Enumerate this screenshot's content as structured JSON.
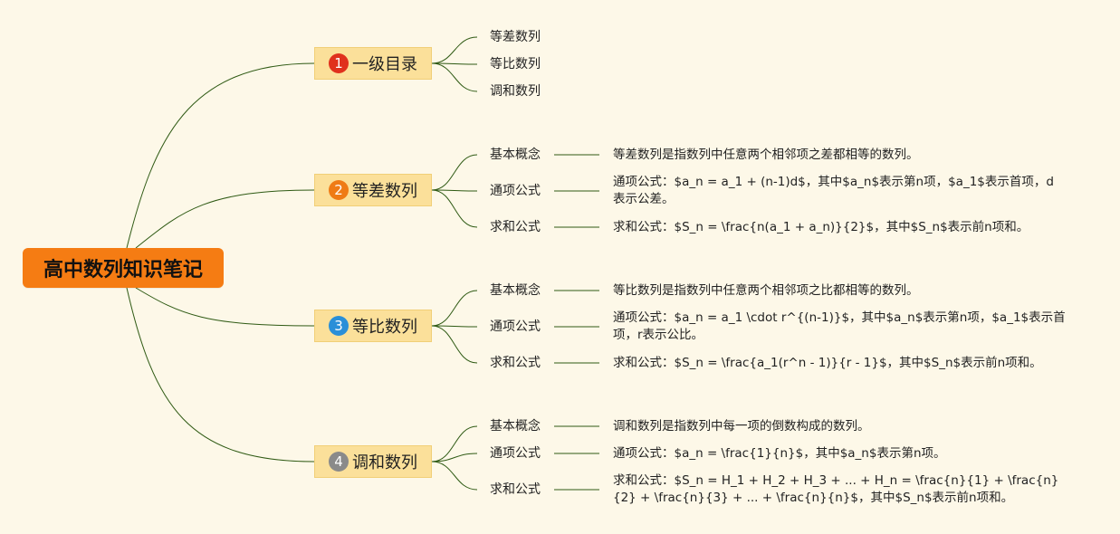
{
  "root": {
    "label": "高中数列知识笔记",
    "color": "#f57c13"
  },
  "branches": [
    {
      "index": "1",
      "label": "一级目录",
      "badge_color": "#e0311d",
      "children": [
        {
          "label": "等差数列",
          "desc": ""
        },
        {
          "label": "等比数列",
          "desc": ""
        },
        {
          "label": "调和数列",
          "desc": ""
        }
      ]
    },
    {
      "index": "2",
      "label": "等差数列",
      "badge_color": "#ef7b15",
      "children": [
        {
          "label": "基本概念",
          "desc": "等差数列是指数列中任意两个相邻项之差都相等的数列。"
        },
        {
          "label": "通项公式",
          "desc": "通项公式：$a_n = a_1 + (n-1)d$，其中$a_n$表示第n项，$a_1$表示首项，d表示公差。"
        },
        {
          "label": "求和公式",
          "desc": "求和公式：$S_n = \\frac{n(a_1 + a_n)}{2}$，其中$S_n$表示前n项和。"
        }
      ]
    },
    {
      "index": "3",
      "label": "等比数列",
      "badge_color": "#2a8fd8",
      "children": [
        {
          "label": "基本概念",
          "desc": "等比数列是指数列中任意两个相邻项之比都相等的数列。"
        },
        {
          "label": "通项公式",
          "desc": "通项公式：$a_n = a_1 \\cdot r^{(n-1)}$，其中$a_n$表示第n项，$a_1$表示首项，r表示公比。"
        },
        {
          "label": "求和公式",
          "desc": "求和公式：$S_n = \\frac{a_1(r^n - 1)}{r - 1}$，其中$S_n$表示前n项和。"
        }
      ]
    },
    {
      "index": "4",
      "label": "调和数列",
      "badge_color": "#8a8a8a",
      "children": [
        {
          "label": "基本概念",
          "desc": "调和数列是指数列中每一项的倒数构成的数列。"
        },
        {
          "label": "通项公式",
          "desc": "通项公式：$a_n = \\frac{1}{n}$，其中$a_n$表示第n项。"
        },
        {
          "label": "求和公式",
          "desc": "求和公式：$S_n = H_1 + H_2 + H_3 + ... + H_n = \\frac{n}{1} + \\frac{n}{2} + \\frac{n}{3} + ... + \\frac{n}{n}$，其中$S_n$表示前n项和。"
        }
      ]
    }
  ],
  "line_color": "#2f5a14"
}
